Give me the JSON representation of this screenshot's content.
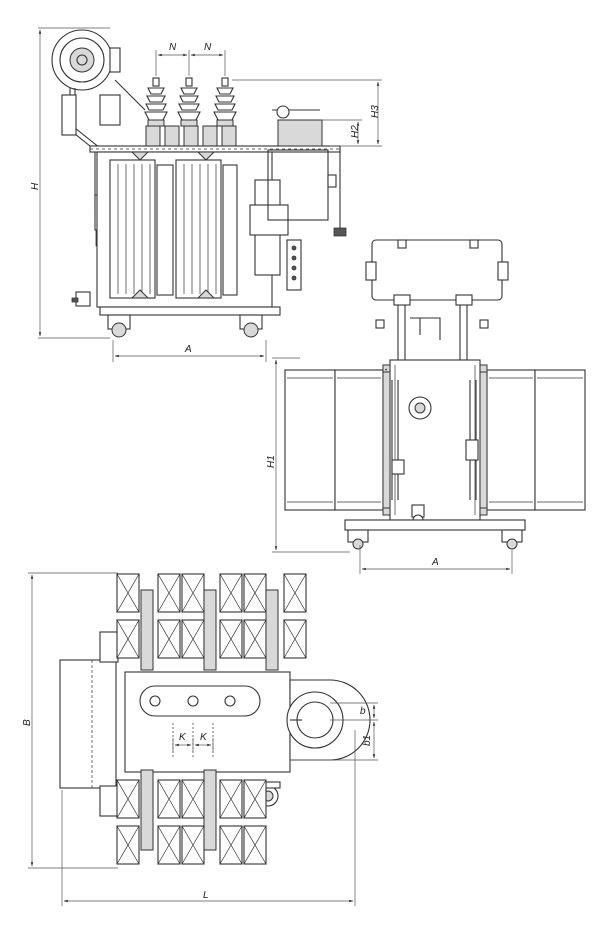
{
  "dimensions": {
    "H": "H",
    "H1": "H1",
    "H2": "H2",
    "H3": "H3",
    "A_front": "A",
    "A_side": "A",
    "N_left": "N",
    "N_right": "N",
    "B": "B",
    "L": "L",
    "b": "b",
    "b1": "b1",
    "K_left": "K",
    "K_right": "K"
  }
}
